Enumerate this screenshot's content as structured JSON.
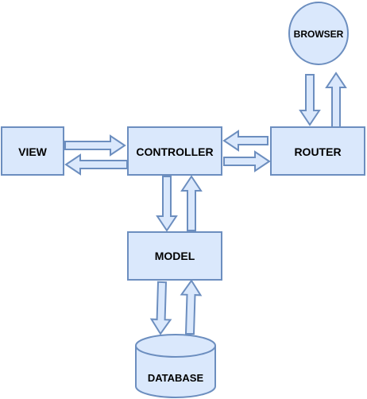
{
  "diagram": {
    "colors": {
      "fill": "#dae8fc",
      "stroke": "#6c8ebf",
      "text": "#000000",
      "background": "#ffffff"
    },
    "nodes": {
      "browser": {
        "label": "BROWSER",
        "shape": "ellipse"
      },
      "view": {
        "label": "VIEW",
        "shape": "rectangle"
      },
      "controller": {
        "label": "CONTROLLER",
        "shape": "rectangle"
      },
      "router": {
        "label": "ROUTER",
        "shape": "rectangle"
      },
      "model": {
        "label": "MODEL",
        "shape": "rectangle"
      },
      "database": {
        "label": "DATABASE",
        "shape": "cylinder"
      }
    },
    "connections": [
      {
        "from": "view",
        "to": "controller"
      },
      {
        "from": "controller",
        "to": "view"
      },
      {
        "from": "router",
        "to": "controller"
      },
      {
        "from": "controller",
        "to": "router"
      },
      {
        "from": "browser",
        "to": "router"
      },
      {
        "from": "router",
        "to": "browser"
      },
      {
        "from": "controller",
        "to": "model"
      },
      {
        "from": "model",
        "to": "controller"
      },
      {
        "from": "model",
        "to": "database"
      },
      {
        "from": "database",
        "to": "model"
      }
    ]
  }
}
